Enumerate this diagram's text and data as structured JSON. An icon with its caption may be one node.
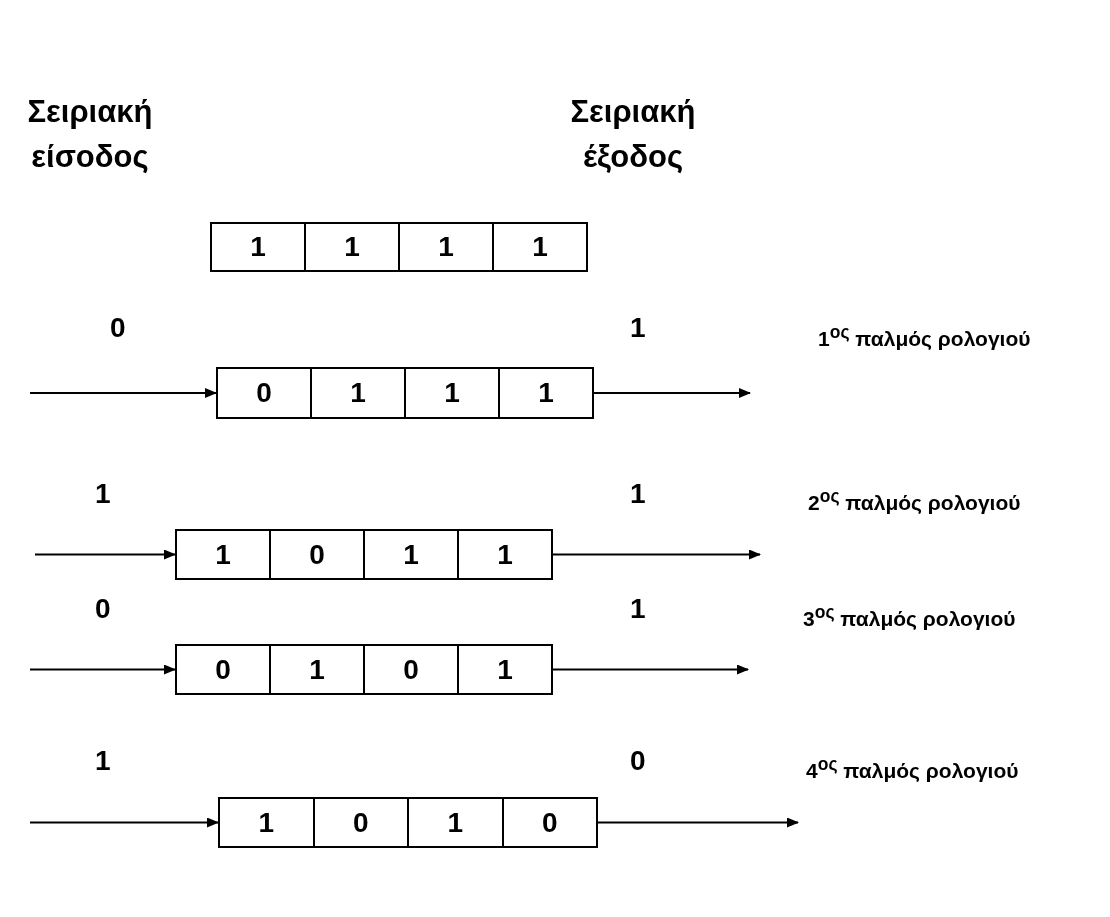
{
  "diagram": {
    "nodes": [
      {
        "text": [],
        "shape": "box"
      },
      {
        "text": [
          "1"
        ],
        "in": 0
      },
      {
        "text": [
          "1"
        ],
        "in": 0
      },
      {
        "text": [
          "1"
        ],
        "in": 0
      },
      {
        "text": [
          "1"
        ],
        "in": 0
      },
      {
        "text": [],
        "shape": "box"
      },
      {
        "text": [
          "0"
        ],
        "in": 5
      },
      {
        "text": [
          "1"
        ],
        "in": 5
      },
      {
        "text": [
          "1"
        ],
        "in": 5
      },
      {
        "text": [
          "1"
        ],
        "in": 5
      },
      {
        "text": [],
        "shape": "box"
      },
      {
        "text": [
          "1"
        ],
        "in": 10
      },
      {
        "text": [
          "0"
        ],
        "in": 10
      },
      {
        "text": [
          "1"
        ],
        "in": 10
      },
      {
        "text": [
          "1"
        ],
        "in": 10
      },
      {
        "text": [],
        "shape": "box"
      },
      {
        "text": [
          "0"
        ],
        "in": 15
      },
      {
        "text": [
          "1"
        ],
        "in": 15
      },
      {
        "text": [
          "0"
        ],
        "in": 15
      },
      {
        "text": [
          "1"
        ],
        "in": 15
      },
      {
        "text": [],
        "shape": "box"
      },
      {
        "text": [
          "1"
        ],
        "in": 20
      },
      {
        "text": [
          "0"
        ],
        "in": 20
      },
      {
        "text": [
          "1"
        ],
        "in": 20
      },
      {
        "text": [
          "0"
        ],
        "in": 20
      }
    ],
    "edges": [
      {
        "from": null,
        "to": 5,
        "arrow": "to"
      },
      {
        "from": 5,
        "to": null,
        "arrow": "to"
      },
      {
        "from": null,
        "to": 10,
        "arrow": "to"
      },
      {
        "from": 10,
        "to": null,
        "arrow": "to"
      },
      {
        "from": null,
        "to": 15,
        "arrow": "to"
      },
      {
        "from": 15,
        "to": null,
        "arrow": "to"
      },
      {
        "from": null,
        "to": 20,
        "arrow": "to"
      },
      {
        "from": 20,
        "to": null,
        "arrow": "to"
      }
    ],
    "labels": [
      "Σειριακή είσοδος",
      "Σειριακή έξοδος",
      "0",
      "1",
      "1$^{ος}$ παλμός ρολογιού",
      "1",
      "1",
      "2$^{ος}$ παλμός ρολογιού",
      "0",
      "1",
      "3$^{ος}$ παλμός ρολογιού",
      "1",
      "0",
      "4$^{ος}$ παλμός ρολογιού"
    ]
  }
}
